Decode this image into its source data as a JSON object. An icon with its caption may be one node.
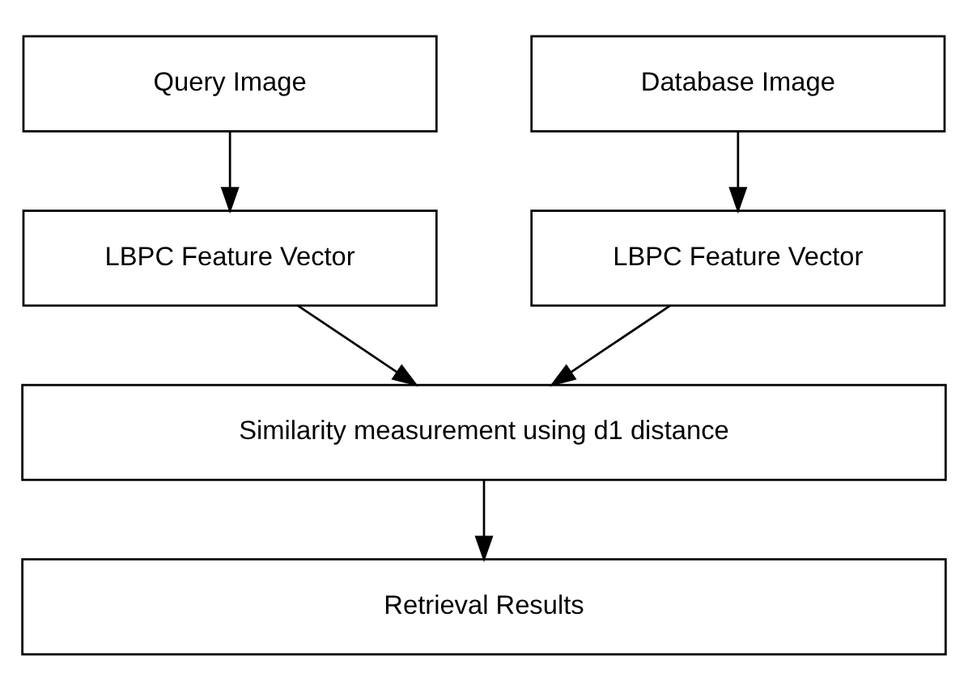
{
  "diagram": {
    "nodes": [
      {
        "text": [
          "Query Image"
        ]
      },
      {
        "text": [
          "Database Image"
        ]
      },
      {
        "text": [
          "LBPC Feature Vector"
        ]
      },
      {
        "text": [
          "LBPC Feature Vector"
        ]
      },
      {
        "text": [
          "Similarity measurement using d1 distance"
        ]
      },
      {
        "text": [
          "Retrieval Results"
        ]
      }
    ],
    "edges": [
      {
        "from": 0,
        "to": 2,
        "arrow": "to"
      },
      {
        "from": 1,
        "to": 3,
        "arrow": "to"
      },
      {
        "from": 2,
        "to": 4,
        "arrow": "to"
      },
      {
        "from": 3,
        "to": 4,
        "arrow": "to"
      },
      {
        "from": 4,
        "to": 5,
        "arrow": "to"
      }
    ]
  }
}
